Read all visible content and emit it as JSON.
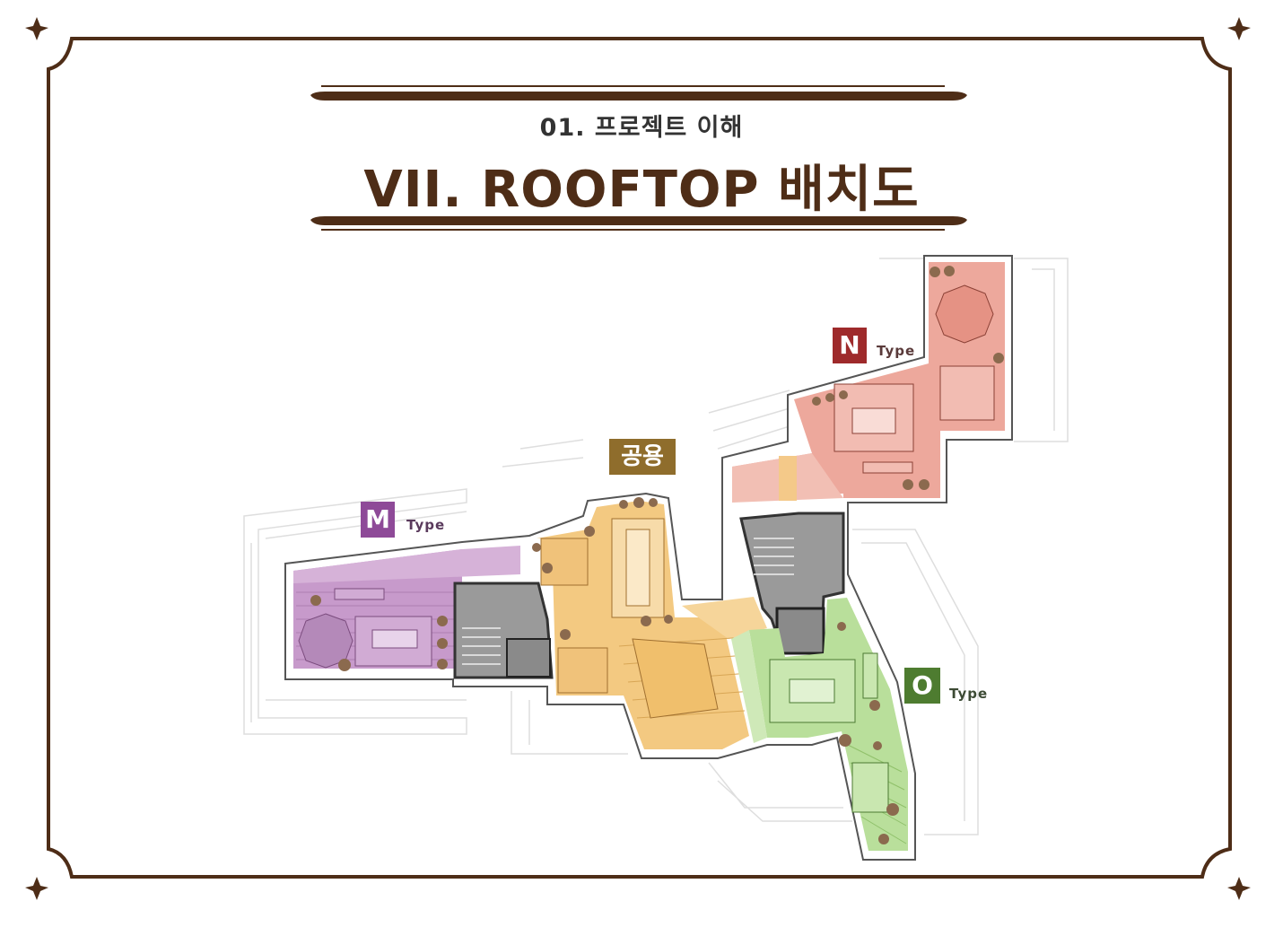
{
  "header": {
    "subtitle": "01. 프로젝트 이해",
    "title": "VII. ROOFTOP 배치도"
  },
  "zones": {
    "m": {
      "letter": "M",
      "type": "Type"
    },
    "n": {
      "letter": "N",
      "type": "Type"
    },
    "o": {
      "letter": "O",
      "type": "Type"
    },
    "common": {
      "label": "공용"
    }
  },
  "colors": {
    "frame": "#4e2d17",
    "title": "#4e2d17",
    "subtitle": "#333333",
    "m_zone": "#c79acb",
    "m_tag": "#8e4a98",
    "n_zone": "#eda89c",
    "n_tag": "#9e2a2b",
    "o_zone": "#b9df9b",
    "o_tag": "#4e7c30",
    "common_zone": "#f3c981",
    "common_tag": "#8f6d2c",
    "core": "#9a9a9a",
    "tree": "#8b6a4e"
  }
}
